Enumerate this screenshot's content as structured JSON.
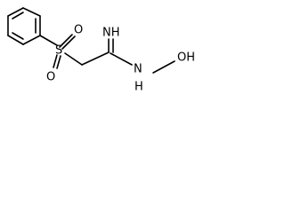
{
  "molecule": {
    "atoms": {
      "sulfur": "S",
      "oxygen_top": "O",
      "oxygen_bottom": "O",
      "imine_nitrogen": "NH",
      "amine_nitrogen": "N",
      "amine_hydrogen": "H",
      "hydroxyl": "OH"
    }
  }
}
